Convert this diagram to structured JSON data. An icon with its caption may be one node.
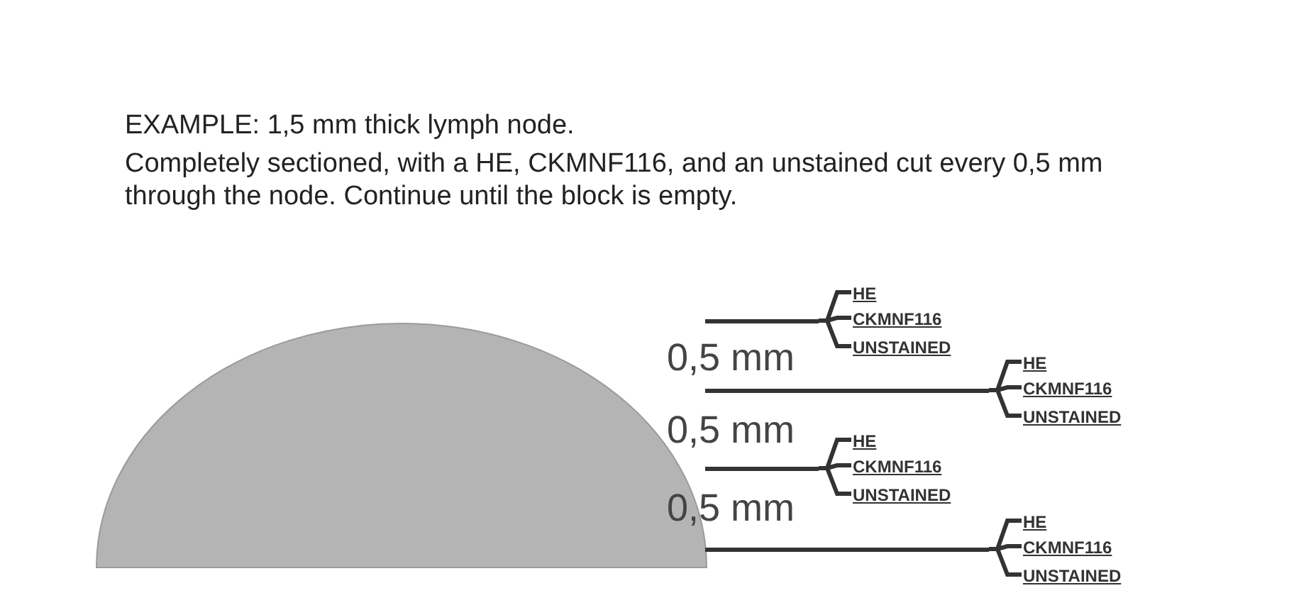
{
  "diagram": {
    "title": "EXAMPLE: 1,5 mm thick lymph node.",
    "nodes": [
      {
        "text": [],
        "shape": "bar"
      },
      {
        "text": [
          "HE"
        ]
      },
      {
        "text": [
          "CKMNF116"
        ]
      },
      {
        "text": [
          "UNSTAINED"
        ]
      },
      {
        "text": [],
        "shape": "bar"
      },
      {
        "text": [
          "HE"
        ]
      },
      {
        "text": [
          "CKMNF116"
        ]
      },
      {
        "text": [
          "UNSTAINED"
        ]
      },
      {
        "text": [],
        "shape": "bar"
      },
      {
        "text": [
          "HE"
        ]
      },
      {
        "text": [
          "CKMNF116"
        ]
      },
      {
        "text": [
          "UNSTAINED"
        ]
      },
      {
        "text": [],
        "shape": "bar"
      },
      {
        "text": [
          "HE"
        ]
      },
      {
        "text": [
          "CKMNF116"
        ]
      },
      {
        "text": [
          "UNSTAINED"
        ]
      }
    ],
    "edges": [
      {
        "from": 0,
        "to": 1,
        "arrow": "none"
      },
      {
        "from": 0,
        "to": 2,
        "arrow": "none"
      },
      {
        "from": 0,
        "to": 3,
        "arrow": "none"
      },
      {
        "from": 4,
        "to": 5,
        "arrow": "none"
      },
      {
        "from": 4,
        "to": 6,
        "arrow": "none"
      },
      {
        "from": 4,
        "to": 7,
        "arrow": "none"
      },
      {
        "from": 8,
        "to": 9,
        "arrow": "none"
      },
      {
        "from": 8,
        "to": 10,
        "arrow": "none"
      },
      {
        "from": 8,
        "to": 11,
        "arrow": "none"
      },
      {
        "from": 12,
        "to": 13,
        "arrow": "none"
      },
      {
        "from": 12,
        "to": 14,
        "arrow": "none"
      },
      {
        "from": 12,
        "to": 15,
        "arrow": "none"
      }
    ],
    "labels": [
      "Completely sectioned, with a HE, CKMNF116, and an unstained cut every 0,5 mm through the node. Continue until the block is empty.",
      "0,5 mm",
      "0,5 mm",
      "0,5 mm"
    ]
  }
}
